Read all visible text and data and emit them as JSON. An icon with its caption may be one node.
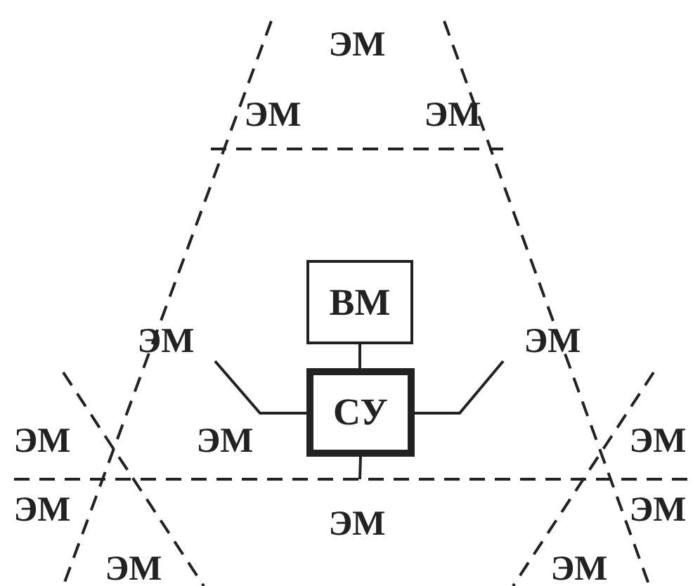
{
  "diagram": {
    "nodes": [
      {
        "text": [
          "ВМ"
        ]
      },
      {
        "text": [
          "СУ"
        ]
      }
    ],
    "edges": [
      {
        "from": 0,
        "to": 1,
        "arrow": "none"
      },
      {
        "from": 1,
        "to": null,
        "arrow": "none"
      },
      {
        "from": 1,
        "to": null,
        "arrow": "none"
      },
      {
        "from": 1,
        "to": null,
        "arrow": "none"
      }
    ],
    "labels": [
      "ЭМ",
      "ЭМ",
      "ЭМ",
      "ЭМ",
      "ЭМ",
      "ЭМ",
      "ЭМ",
      "ЭМ",
      "ЭМ",
      "ЭМ",
      "ЭМ",
      "ЭМ",
      "ЭМ"
    ]
  }
}
